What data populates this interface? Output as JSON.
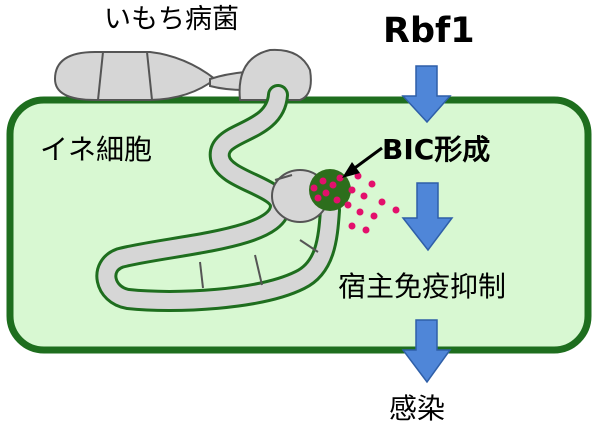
{
  "labels": {
    "fungus": "いもち病菌",
    "gene": "Rbf1",
    "host_cell": "イネ細胞",
    "bic_formation": "BIC形成",
    "immune_suppression": "宿主免疫抑制",
    "infection": "感染"
  },
  "colors": {
    "cell_fill": "#d8f8d2",
    "cell_border": "#1e6e1e",
    "hypha_fill": "#d6d6d6",
    "hypha_outline": "#555555",
    "arrow_fill": "#4f86d8",
    "arrow_outline": "#2f5fa8",
    "bic_fill": "#2d6e1c",
    "effector_dot": "#e3106c"
  },
  "icons": {
    "flow_arrow": "down-arrow-icon",
    "pointer_arrow": "black-pointer-arrow-icon"
  }
}
